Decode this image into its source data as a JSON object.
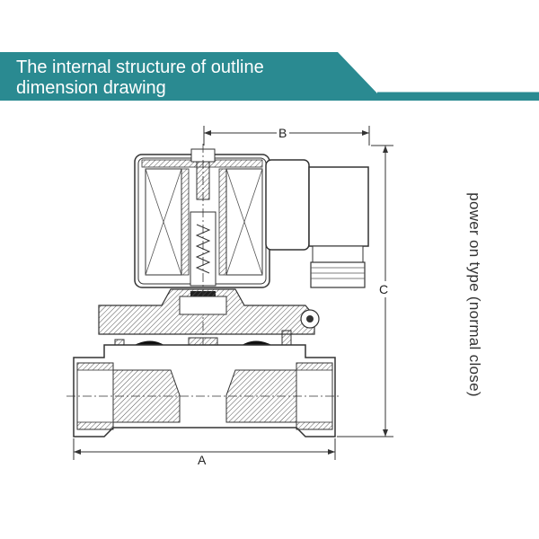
{
  "banner": {
    "line1": "The internal structure of outline",
    "line2": "dimension drawing",
    "color": "#2a8a91"
  },
  "side_label": "power on type (normal close)",
  "dimensions": {
    "a": "A",
    "b": "B",
    "c": "C"
  }
}
